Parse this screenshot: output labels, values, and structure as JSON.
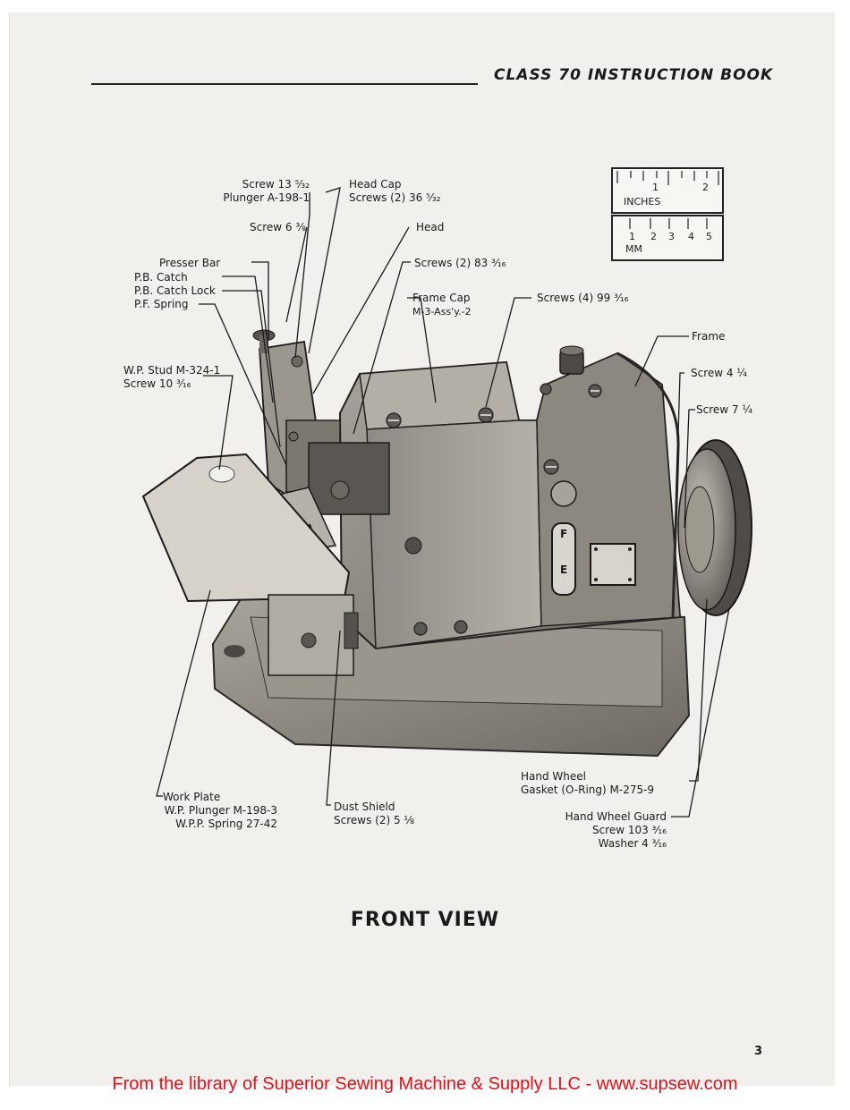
{
  "header": {
    "title": "CLASS 70 INSTRUCTION BOOK"
  },
  "ruler": {
    "inches_label": "INCHES",
    "inches_ticks": [
      "1",
      "2"
    ],
    "mm_label": "MM",
    "mm_ticks": [
      "1",
      "2",
      "3",
      "4",
      "5"
    ]
  },
  "labels": {
    "screw_13": "Screw 13 ⁵⁄₃₂",
    "plunger_a198": "Plunger A-198-1",
    "head_cap": "Head Cap",
    "head_cap_screws": "Screws (2) 36 ⁵⁄₃₂",
    "screw_6": "Screw 6 ⅜",
    "head": "Head",
    "presser_bar": "Presser Bar",
    "pb_catch": "P.B. Catch",
    "pb_catch_lock": "P.B. Catch Lock",
    "pf_spring": "P.F. Spring",
    "screws_83": "Screws (2) 83 ³⁄₁₆",
    "frame_cap": "Frame Cap",
    "frame_cap_ass": "M-3-Ass'y.-2",
    "screws_99": "Screws (4) 99 ³⁄₁₆",
    "frame": "Frame",
    "wp_stud": "W.P. Stud M-324-1",
    "screw_10": "Screw 10 ³⁄₁₆",
    "screw_4": "Screw 4 ¼",
    "screw_7": "Screw 7 ¼",
    "hand_wheel": "Hand Wheel",
    "gasket": "Gasket (O-Ring) M-275-9",
    "work_plate": "Work Plate",
    "wp_plunger": "W.P. Plunger M-198-3",
    "wpp_spring": "W.P.P. Spring 27-42",
    "dust_shield": "Dust Shield",
    "dust_shield_screws": "Screws (2) 5 ⅛",
    "hand_wheel_guard": "Hand Wheel Guard",
    "guard_screw": "Screw 103 ³⁄₁₆",
    "guard_washer": "Washer 4 ³⁄₁₆"
  },
  "indicator": {
    "top": "F",
    "bottom": "E"
  },
  "caption": "FRONT VIEW",
  "page_number": "3",
  "footer": "From the library of Superior Sewing Machine & Supply LLC - www.supsew.com"
}
